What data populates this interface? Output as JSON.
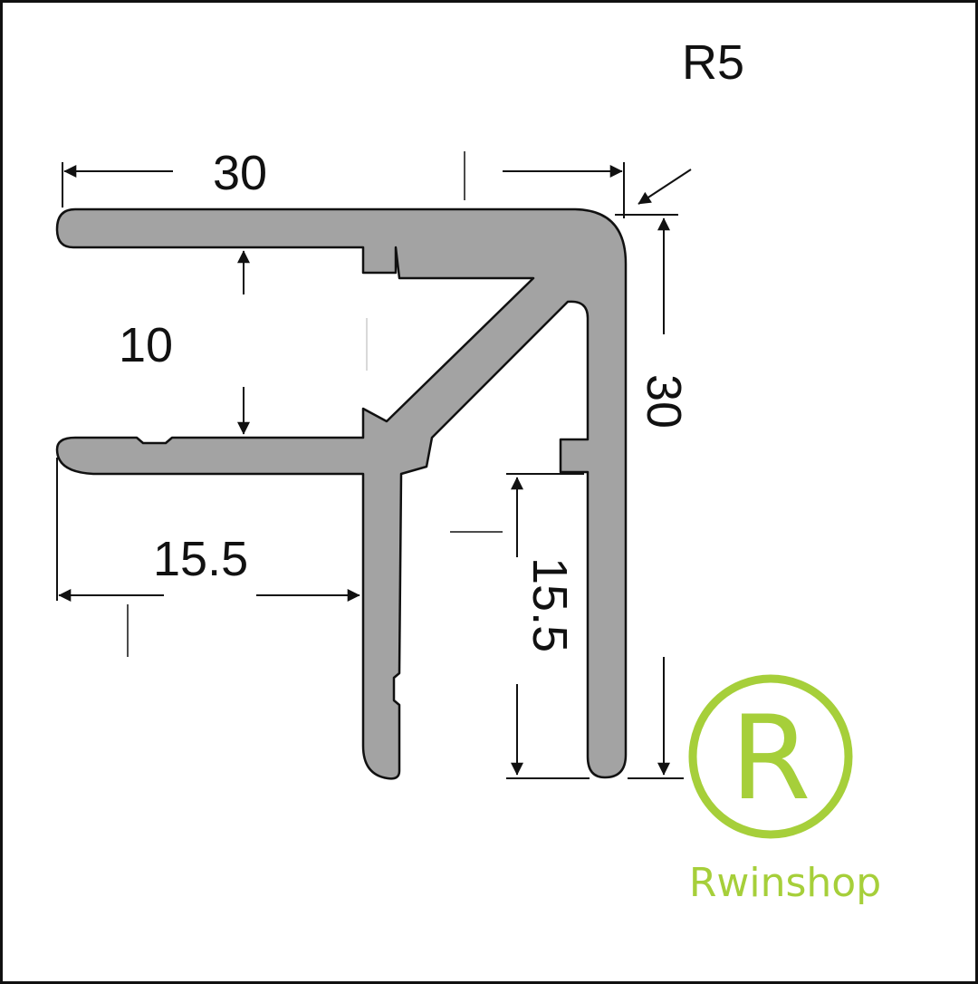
{
  "diagram": {
    "corner_radius_label": "R5",
    "dimensions": {
      "top_width": "30",
      "right_height": "30",
      "inner_gap": "10",
      "bottom_width": "15.5",
      "leg_height": "15.5"
    }
  },
  "logo": {
    "letter": "R",
    "brand": "Rwinshop",
    "color": "#a6cf3a"
  },
  "colors": {
    "profile_fill": "#a3a3a3",
    "outline": "#111111"
  }
}
